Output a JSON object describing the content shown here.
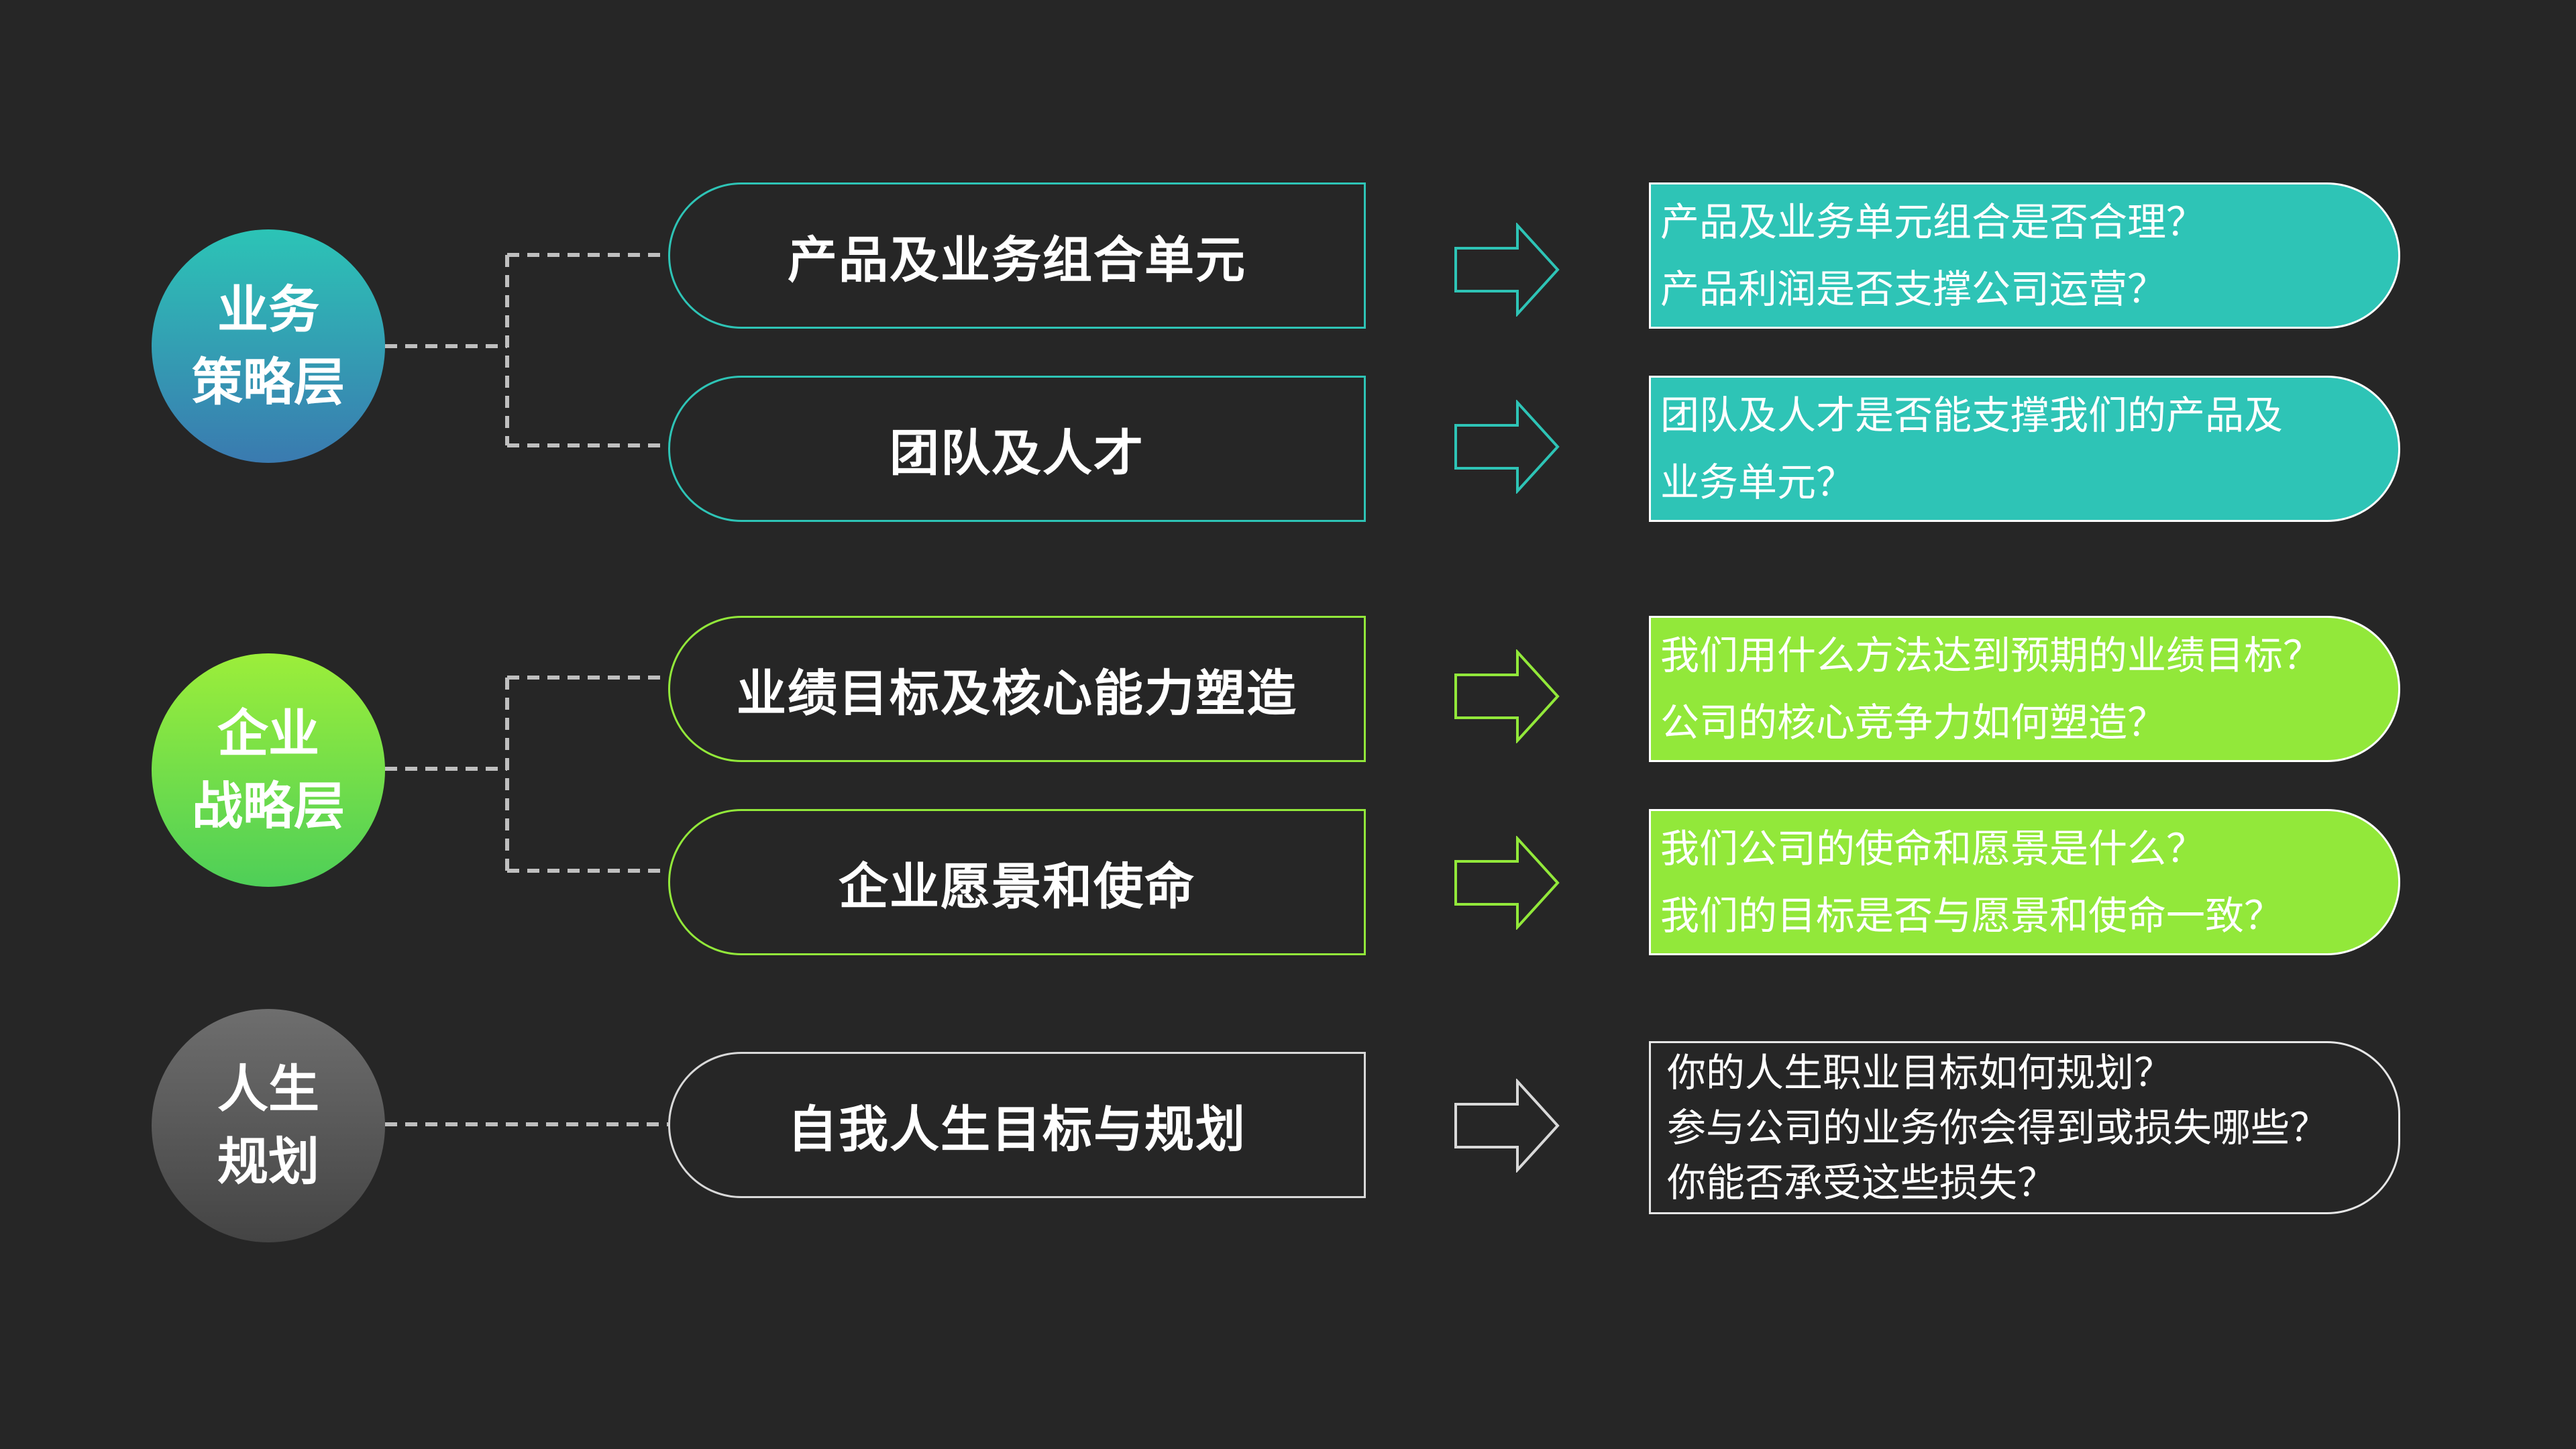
{
  "colors": {
    "background": "#262626",
    "connector": "#bfbfbf",
    "arrow_fill": "#262626"
  },
  "layers": [
    {
      "name_lines": [
        "业务",
        "策略层"
      ],
      "circle_gradient": [
        "#2cc4b6",
        "#3a7ab0"
      ],
      "accent": "#2ec4b6",
      "items": [
        {
          "topic": "产品及业务组合单元",
          "questions": [
            "产品及业务单元组合是否合理？",
            "产品利润是否支撑公司运营？"
          ]
        },
        {
          "topic": "团队及人才",
          "questions": [
            "团队及人才是否能支撑我们的产品及",
            "业务单元？"
          ]
        }
      ]
    },
    {
      "name_lines": [
        "企业",
        "战略层"
      ],
      "circle_gradient": [
        "#9cee3a",
        "#4ecf58"
      ],
      "accent": "#92e83a",
      "items": [
        {
          "topic": "业绩目标及核心能力塑造",
          "questions": [
            "我们用什么方法达到预期的业绩目标？",
            "公司的核心竞争力如何塑造？"
          ]
        },
        {
          "topic": "企业愿景和使命",
          "questions": [
            "我们公司的使命和愿景是什么？",
            "我们的目标是否与愿景和使命一致？"
          ]
        }
      ]
    },
    {
      "name_lines": [
        "人生",
        "规划"
      ],
      "circle_gradient": [
        "#6e6e6e",
        "#444444"
      ],
      "accent": "#d9d9d9",
      "items": [
        {
          "topic": "自我人生目标与规划",
          "questions": [
            "你的人生职业目标如何规划？",
            "参与公司的业务你会得到或损失哪些？",
            "你能否承受这些损失？"
          ]
        }
      ]
    }
  ]
}
